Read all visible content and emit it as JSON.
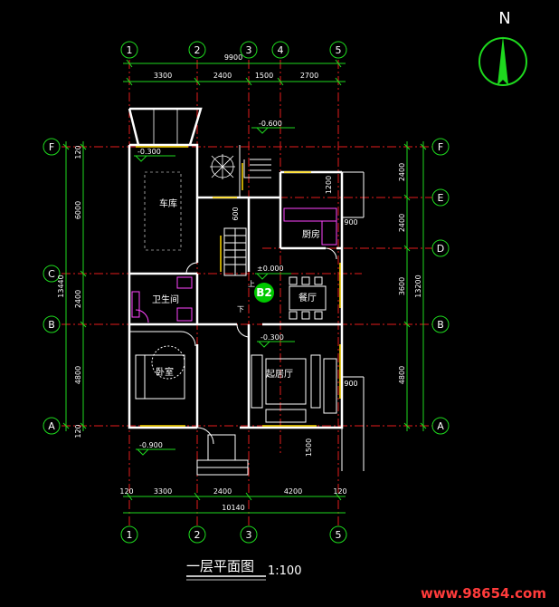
{
  "north": {
    "label": "N"
  },
  "axes": {
    "top": [
      "1",
      "2",
      "3",
      "4",
      "5"
    ],
    "bottom": [
      "1",
      "2",
      "3",
      "5"
    ],
    "left": [
      "F",
      "C",
      "B",
      "A"
    ],
    "right": [
      "F",
      "E",
      "D",
      "B",
      "A"
    ]
  },
  "dims": {
    "top_total": "9900",
    "top_segments": [
      "3300",
      "2400",
      "1500",
      "2700"
    ],
    "bottom_segments": [
      "120",
      "3300",
      "2400",
      "4200",
      "120"
    ],
    "bottom_total": "10140",
    "left_total": "13440",
    "left_segments": [
      "120",
      "6000",
      "2400",
      "4800",
      "120"
    ],
    "right_total": "13200",
    "right_segments": [
      "2400",
      "2400",
      "3600",
      "4800"
    ],
    "misc": [
      "1200",
      "600",
      "900",
      "900",
      "1500"
    ]
  },
  "levels": {
    "top_entry": "-0.600",
    "garage": "-0.300",
    "hall": "±0.000",
    "living": "-0.300",
    "outside": "-0.900"
  },
  "rooms": {
    "garage": "车库",
    "kitchen": "厨房",
    "bathroom": "卫生间",
    "dining": "餐厅",
    "bedroom": "卧室",
    "living": "起居厅"
  },
  "stair_label": "下",
  "stair_up": "上",
  "tag": "B2",
  "title": "一层平面图",
  "scale": "1:100",
  "watermark": "www.98654.com",
  "colors": {
    "wall": "#ffffff",
    "axis_line": "#e31b1b",
    "dim_line": "#1ed91e",
    "furniture": "#ff44ff",
    "window": "#ffd800",
    "tag_fill": "#00c800",
    "watermark": "#ff3b3b"
  }
}
